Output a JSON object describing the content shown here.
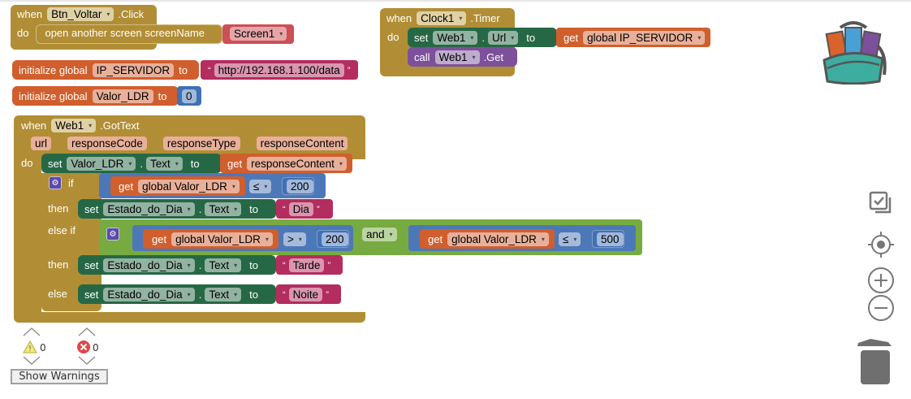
{
  "blocks": {
    "btn_voltar_click": {
      "when": "when",
      "component": "Btn_Voltar",
      "event": ".Click",
      "do": "do",
      "action": "open another screen  screenName",
      "screen": "Screen1"
    },
    "init_ip": {
      "label": "initialize global",
      "name": "IP_SERVIDOR",
      "to": "to",
      "value": "http://192.168.1.100/data"
    },
    "init_ldr": {
      "label": "initialize global",
      "name": "Valor_LDR",
      "to": "to",
      "value": "0"
    },
    "clock_timer": {
      "when": "when",
      "component": "Clock1",
      "event": ".Timer",
      "do": "do",
      "set": "set",
      "set_component": "Web1",
      "dot": ".",
      "property": "Url",
      "to": "to",
      "get": "get",
      "get_var": "global IP_SERVIDOR",
      "call": "call",
      "call_component": "Web1",
      "method": ".Get"
    },
    "web_gottext": {
      "when": "when",
      "component": "Web1",
      "event": ".GotText",
      "params": [
        "url",
        "responseCode",
        "responseType",
        "responseContent"
      ],
      "do": "do",
      "set1": {
        "set": "set",
        "component": "Valor_LDR",
        "dot": ".",
        "property": "Text",
        "to": "to",
        "get": "get",
        "var": "responseContent"
      },
      "if": "if",
      "then": "then",
      "else_if": "else if",
      "else": "else",
      "cond1": {
        "get": "get",
        "var": "global Valor_LDR",
        "op": "≤",
        "value": "200"
      },
      "then1": {
        "set": "set",
        "component": "Estado_do_Dia",
        "dot": ".",
        "property": "Text",
        "to": "to",
        "value": "Dia"
      },
      "cond2a": {
        "get": "get",
        "var": "global Valor_LDR",
        "op": ">",
        "value": "200"
      },
      "and": "and",
      "cond2b": {
        "get": "get",
        "var": "global Valor_LDR",
        "op": "≤",
        "value": "500"
      },
      "then2": {
        "set": "set",
        "component": "Estado_do_Dia",
        "dot": ".",
        "property": "Text",
        "to": "to",
        "value": "Tarde"
      },
      "else1": {
        "set": "set",
        "component": "Estado_do_Dia",
        "dot": ".",
        "property": "Text",
        "to": "to",
        "value": "Noite"
      }
    }
  },
  "quote_open": "“",
  "quote_close": "”",
  "caret": "▾",
  "warnings": {
    "warning_count": "0",
    "error_count": "0",
    "button": "Show Warnings"
  },
  "controls": [
    "backpack-icon",
    "cleanup-icon",
    "center-icon",
    "zoom-in-icon",
    "zoom-out-icon",
    "trash-icon"
  ]
}
